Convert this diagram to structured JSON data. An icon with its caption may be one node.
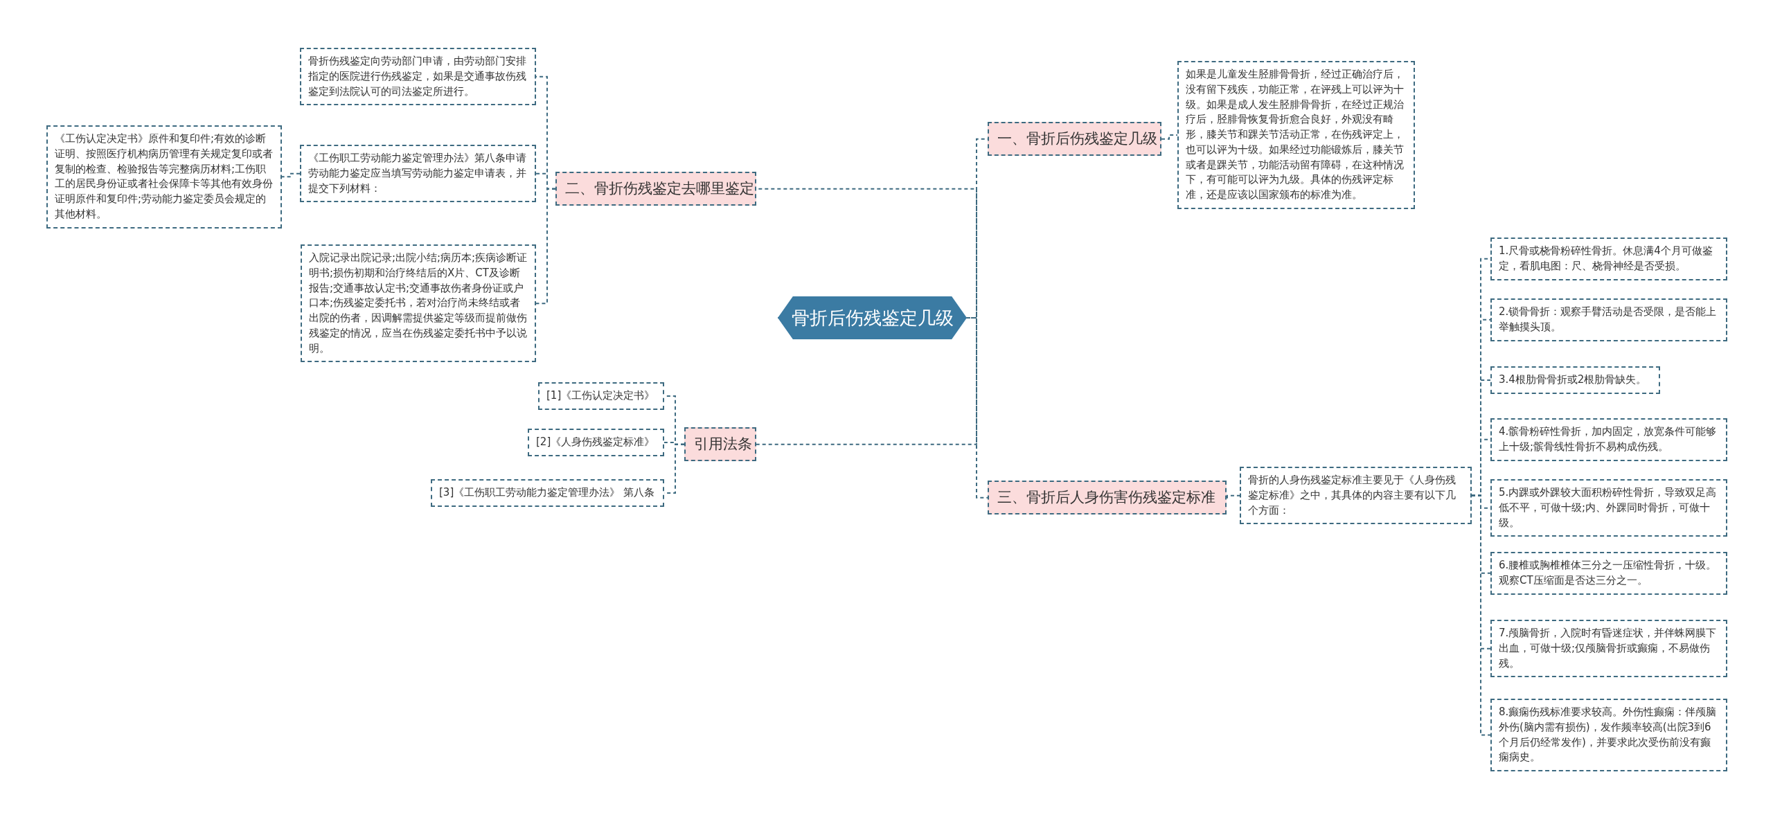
{
  "diagram": {
    "nodes": [
      {
        "text": [
          "骨折后伤残鉴定几级"
        ]
      },
      {
        "text": [
          "一、骨折后伤残鉴定几级"
        ]
      },
      {
        "text": [
          "如果是儿童发生胫腓骨骨折，经过正确治疗后，没有留下残疾，功能正常，在评残上可以评为十级。如果是成人发生胫腓骨骨折，在经过正规治疗后，胫腓骨恢复骨折愈合良好，外观没有畸形，膝关节和踝关节活动正常，在伤残评定上，也可以评为十级。如果经过功能锻炼后，膝关节或者是踝关节，功能活动留有障碍，在这种情况下，有可能可以评为九级。具体的伤残评定标准，还是应该以国家颁布的标准为准。"
        ]
      },
      {
        "text": [
          "三、骨折后人身伤害伤残鉴定标准"
        ]
      },
      {
        "text": [
          "骨折的人身伤残鉴定标准主要见于《人身伤残鉴定标准》之中，其具体的内容主要有以下几个方面："
        ]
      },
      {
        "text": [
          "1.尺骨或桡骨粉碎性骨折。休息满4个月可做鉴定，看肌电图：尺、桡骨神经是否受损。"
        ]
      },
      {
        "text": [
          "2.锁骨骨折：观察手臂活动是否受限，是否能上举触摸头顶。"
        ]
      },
      {
        "text": [
          "3.4根肋骨骨折或2根肋骨缺失。"
        ]
      },
      {
        "text": [
          "4.髌骨粉碎性骨折，加内固定，放宽条件可能够上十级;髌骨线性骨折不易构成伤残。"
        ]
      },
      {
        "text": [
          "5.内踝或外踝较大面积粉碎性骨折，导致双足高低不平，可做十级;内、外踝同时骨折，可做十级。"
        ]
      },
      {
        "text": [
          "6.腰椎或胸椎椎体三分之一压缩性骨折，十级。观察CT压缩面是否达三分之一。"
        ]
      },
      {
        "text": [
          "7.颅脑骨折，入院时有昏迷症状，并伴蛛网膜下出血，可做十级;仅颅脑骨折或癫痫，不易做伤残。"
        ]
      },
      {
        "text": [
          "8.癫痫伤残标准要求较高。外伤性癫痫：伴颅脑外伤(脑内需有损伤)，发作频率较高(出院3到6个月后仍经常发作)，并要求此次受伤前没有癫痫病史。"
        ]
      },
      {
        "text": [
          "二、骨折伤残鉴定去哪里鉴定"
        ]
      },
      {
        "text": [
          "骨折伤残鉴定向劳动部门申请，由劳动部门安排指定的医院进行伤残鉴定，如果是交通事故伤残鉴定到法院认可的司法鉴定所进行。"
        ]
      },
      {
        "text": [
          "《工伤职工劳动能力鉴定管理办法》第八条申请劳动能力鉴定应当填写劳动能力鉴定申请表，并提交下列材料："
        ]
      },
      {
        "text": [
          "《工伤认定决定书》原件和复印件;有效的诊断证明、按照医疗机构病历管理有关规定复印或者复制的检查、检验报告等完整病历材料;工伤职工的居民身份证或者社会保障卡等其他有效身份证明原件和复印件;劳动能力鉴定委员会规定的其他材料。"
        ]
      },
      {
        "text": [
          "入院记录出院记录;出院小结;病历本;疾病诊断证明书;损伤初期和治疗终结后的X片、CT及诊断报告;交通事故认定书;交通事故伤者身份证或户口本;伤残鉴定委托书，若对治疗尚未终结或者出院的伤者，因调解需提供鉴定等级而提前做伤残鉴定的情况，应当在伤残鉴定委托书中予以说明。"
        ]
      },
      {
        "text": [
          "引用法条"
        ]
      },
      {
        "text": [
          "[1]《工伤认定决定书》"
        ]
      },
      {
        "text": [
          "[2]《人身伤残鉴定标准》"
        ]
      },
      {
        "text": [
          "[3]《工伤职工劳动能力鉴定管理办法》 第八条"
        ]
      }
    ],
    "edges": [
      {
        "from": 0,
        "to": 1,
        "arrow": "none"
      },
      {
        "from": 0,
        "to": 3,
        "arrow": "none"
      },
      {
        "from": 0,
        "to": 13,
        "arrow": "none"
      },
      {
        "from": 0,
        "to": 18,
        "arrow": "none"
      },
      {
        "from": 1,
        "to": 2,
        "arrow": "none"
      },
      {
        "from": 3,
        "to": 4,
        "arrow": "none"
      },
      {
        "from": 4,
        "to": 5,
        "arrow": "none"
      },
      {
        "from": 4,
        "to": 6,
        "arrow": "none"
      },
      {
        "from": 4,
        "to": 7,
        "arrow": "none"
      },
      {
        "from": 4,
        "to": 8,
        "arrow": "none"
      },
      {
        "from": 4,
        "to": 9,
        "arrow": "none"
      },
      {
        "from": 4,
        "to": 10,
        "arrow": "none"
      },
      {
        "from": 4,
        "to": 11,
        "arrow": "none"
      },
      {
        "from": 4,
        "to": 12,
        "arrow": "none"
      },
      {
        "from": 13,
        "to": 14,
        "arrow": "none"
      },
      {
        "from": 13,
        "to": 15,
        "arrow": "none"
      },
      {
        "from": 13,
        "to": 17,
        "arrow": "none"
      },
      {
        "from": 15,
        "to": 16,
        "arrow": "none"
      },
      {
        "from": 18,
        "to": 19,
        "arrow": "none"
      },
      {
        "from": 18,
        "to": 20,
        "arrow": "none"
      },
      {
        "from": 18,
        "to": 21,
        "arrow": "none"
      }
    ]
  }
}
